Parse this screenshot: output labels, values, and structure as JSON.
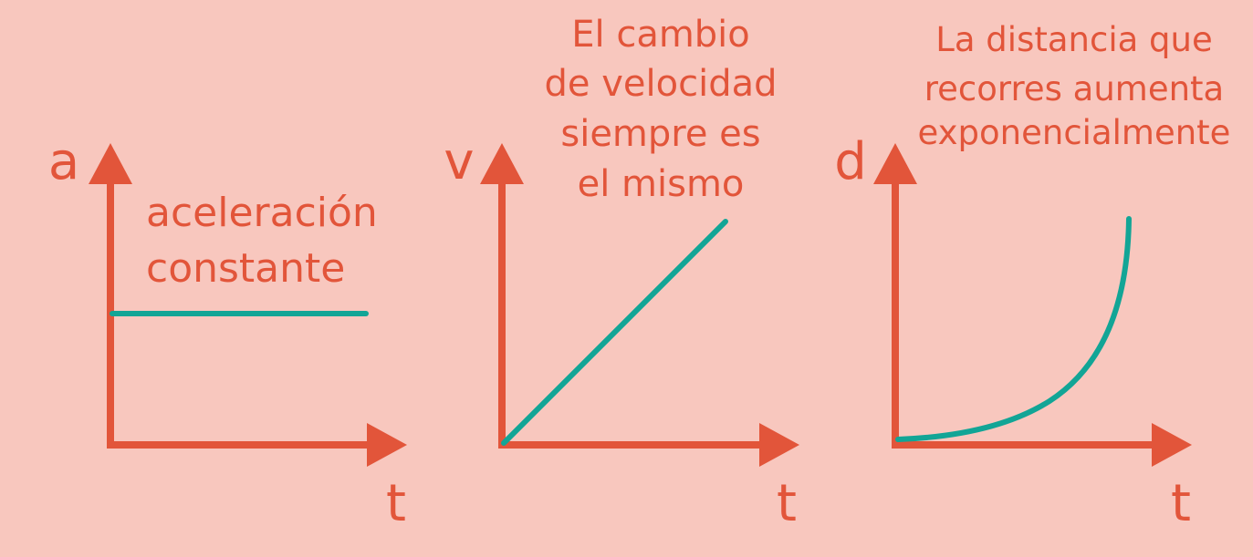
{
  "palette": {
    "background": "#f8c7be",
    "axis": "#e2553a",
    "curve": "#12a596",
    "text": "#e2553a"
  },
  "panels": [
    {
      "y_label": "a",
      "x_label": "t",
      "caption": [
        "aceleración",
        "constante"
      ],
      "curve": "constant"
    },
    {
      "y_label": "v",
      "x_label": "t",
      "caption": [
        "El cambio",
        "de velocidad",
        "siempre es",
        "el mismo"
      ],
      "curve": "linear"
    },
    {
      "y_label": "d",
      "x_label": "t",
      "caption": [
        "La distancia que",
        "recorres aumenta",
        "exponencialmente"
      ],
      "curve": "exponential"
    }
  ]
}
